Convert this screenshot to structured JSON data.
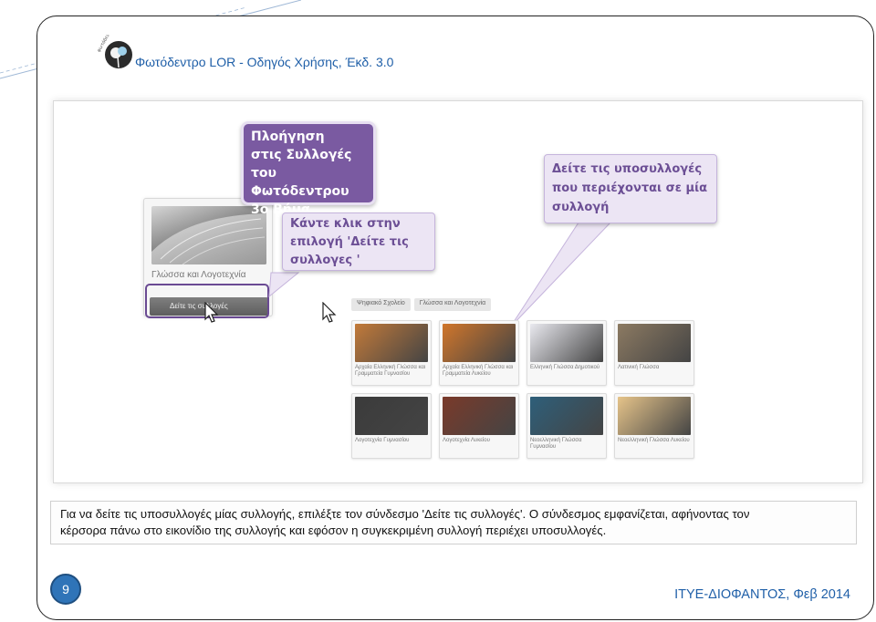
{
  "header": {
    "logo_text": "φωτόδεντρο",
    "title": "Φωτόδεντρο LOR - Οδηγός Χρήσης, Έκδ. 3.0"
  },
  "screenshot": {
    "callout_dark": [
      "Πλοήγηση",
      "στις Συλλογές",
      "του Φωτόδεντρου",
      "3ο Βήμα"
    ],
    "callout_left": [
      "Κάντε κλικ στην",
      "επιλογή 'Δείτε τις",
      "συλλογες '"
    ],
    "callout_right": [
      "Δείτε τις υποσυλλογές",
      "που περιέχονται σε μία",
      "συλλογή"
    ],
    "left_card": {
      "label": "Γλώσσα και Λογοτεχνία",
      "button": "Δείτε τις συλλογές"
    },
    "breadcrumb": [
      "Ψηφιακό Σχολείο",
      "Γλώσσα και Λογοτεχνία"
    ],
    "tiles": [
      {
        "label": "Αρχαία Ελληνική Γλώσσα και Γραμματεία Γυμνασίου",
        "color": "#c27a3a"
      },
      {
        "label": "Αρχαία Ελληνική Γλώσσα και Γραμματεία Λυκείου",
        "color": "#d0762b"
      },
      {
        "label": "Ελληνική Γλώσσα Δημοτικού",
        "color": "#e9e9ef"
      },
      {
        "label": "Λατινική Γλώσσα",
        "color": "#8c7a62"
      },
      {
        "label": "Λογοτεχνία Γυμνασίου",
        "color": "#3b3b3b"
      },
      {
        "label": "Λογοτεχνία Λυκείου",
        "color": "#7a3a2a"
      },
      {
        "label": "Νεοελληνική Γλώσσα Γυμνασίου",
        "color": "#2e5f7a"
      },
      {
        "label": "Νεοελληνική Γλώσσα Λυκείου",
        "color": "#e6c48a"
      }
    ]
  },
  "caption": {
    "line1": "Για να δείτε τις υποσυλλογές μίας συλλογής, επιλέξτε τον σύνδεσμο 'Δείτε τις συλλογές'. Ο σύνδεσμος εμφανίζεται, αφήνοντας τον",
    "line2": "κέρσορα πάνω στο εικονίδιο της συλλογής και εφόσον η συγκεκριμένη συλλογή περιέχει υποσυλλογές."
  },
  "footer": {
    "page_number": "9",
    "text": "ΙΤΥΕ-ΔΙΟΦΑΝΤΟΣ, Φεβ 2014"
  }
}
